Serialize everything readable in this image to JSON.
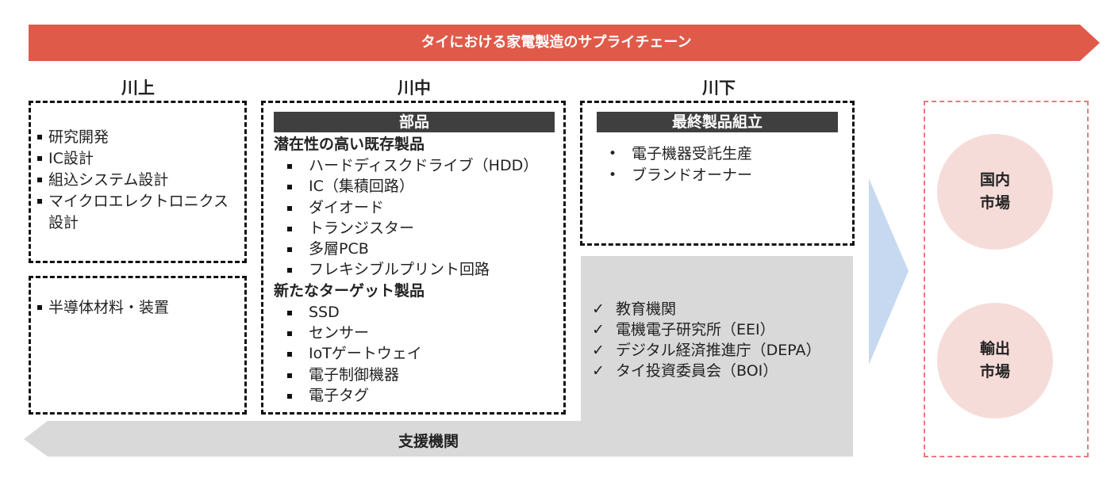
{
  "banner": {
    "title": "タイにおける家電製造のサプライチェーン"
  },
  "columns": {
    "upstream": "川上",
    "midstream": "川中",
    "downstream": "川下"
  },
  "upstream_box": {
    "items": [
      "研究開発",
      "IC設計",
      "組込システム設計",
      "マイクロエレクトロニクス設計"
    ]
  },
  "materials_box": {
    "items": [
      "半導体材料・装置"
    ]
  },
  "parts_box": {
    "header": "部品",
    "existing_title": "潜在性の高い既存製品",
    "existing_items": [
      "ハードディスクドライブ（HDD）",
      "IC（集積回路）",
      "ダイオード",
      "トランジスター",
      "多層PCB",
      "フレキシブルプリント回路"
    ],
    "target_title": "新たなターゲット製品",
    "target_items": [
      "SSD",
      "センサー",
      "IoTゲートウェイ",
      "電子制御機器",
      "電子タグ"
    ]
  },
  "assembly_box": {
    "header": "最終製品組立",
    "items": [
      "電子機器受託生産",
      "ブランドオーナー"
    ]
  },
  "support": {
    "label": "支援機関",
    "check_mark": "✓",
    "items": [
      "教育機関",
      "電機電子研究所（EEI）",
      "デジタル経済推進庁（DEPA）",
      "タイ投資委員会（BOI）"
    ]
  },
  "markets": {
    "domestic": [
      "国内",
      "市場"
    ],
    "export": [
      "輸出",
      "市場"
    ]
  },
  "colors": {
    "banner": "#e05a4a",
    "arrow_blue": "#c6d9f1",
    "support_gray": "#d9d9d9",
    "market_circle": "#f6dcd9",
    "market_border": "#e8797a"
  }
}
